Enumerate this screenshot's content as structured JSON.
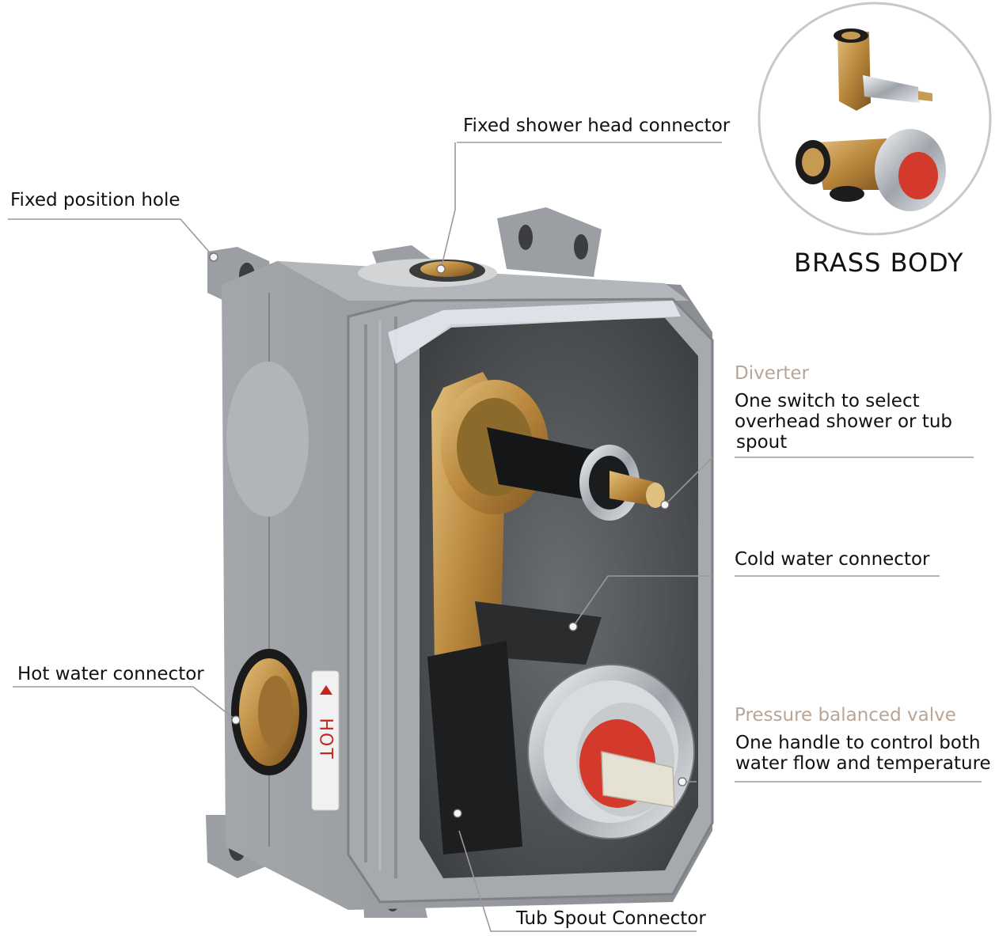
{
  "labels": {
    "fixed_shower_head_connector": "Fixed shower head connector",
    "fixed_position_hole": "Fixed position hole",
    "diverter_title": "Diverter",
    "diverter_desc_1": "One switch to select",
    "diverter_desc_2": "overhead shower or tub",
    "diverter_desc_3": "spout",
    "cold_water_connector": "Cold water connector",
    "hot_water_connector": "Hot water connector",
    "pressure_valve_title": "Pressure balanced valve",
    "pressure_valve_desc_1": "One handle to control both",
    "pressure_valve_desc_2": "water flow and temperature",
    "tub_spout_connector": "Tub Spout Connector"
  },
  "inset": {
    "title": "BRASS BODY"
  },
  "product_markings": {
    "hot_label": "HOT"
  },
  "colors": {
    "accent_text": "#b8a596",
    "box_gray": "#8d9094",
    "brass": "#c79a52"
  }
}
